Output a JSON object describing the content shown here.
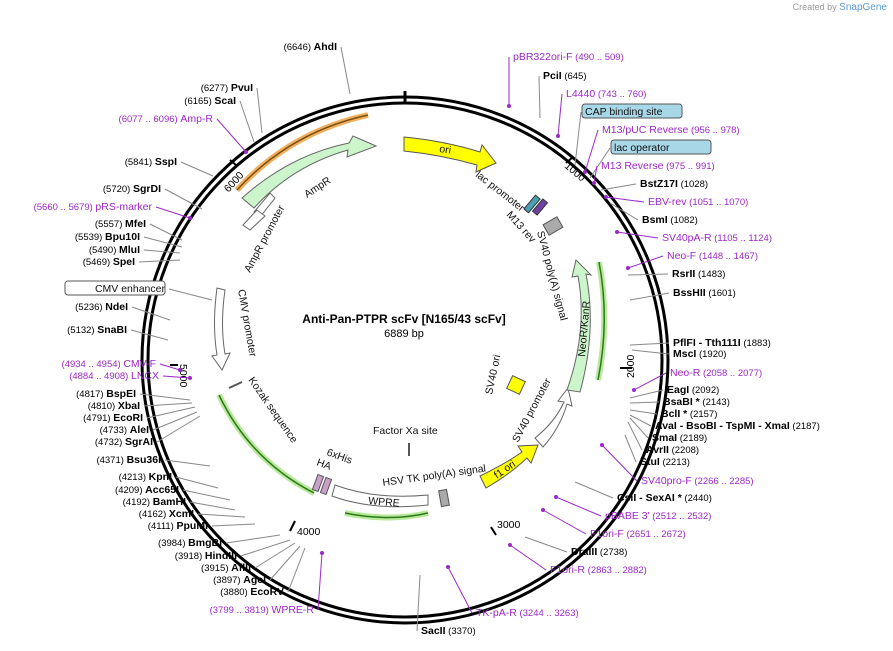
{
  "credit": {
    "prefix": "Created by",
    "brand": "SnapGene"
  },
  "title": "Anti-Pan-PTPR scFv [N165/43 scFv]",
  "subtitle": "6889 bp",
  "ticks": [
    "1000",
    "2000",
    "3000",
    "4000",
    "5000",
    "6000"
  ],
  "inner_features": {
    "ori": "ori",
    "ampr": "AmpR",
    "ampr_promoter": "AmpR promoter",
    "cmv_promoter": "CMV promoter",
    "kozak": "Kozak sequence",
    "his": "6xHis",
    "ha": "HA",
    "wpre": "WPRE",
    "factor_xa": "Factor Xa site",
    "hsv_tk": "HSV TK poly(A) signal",
    "f1_ori": "f1 ori",
    "sv40_promoter": "SV40 promoter",
    "sv40_ori": "SV40 ori",
    "neor": "NeoR/KanR",
    "sv40_polya": "SV40 poly(A) signal",
    "lac_promoter": "lac promoter",
    "m13_rev": "M13 rev"
  },
  "left_labels": [
    {
      "name": "AhdI",
      "pos": "(6646)",
      "type": "enzyme"
    },
    {
      "name": "PvuI",
      "pos": "(6277)",
      "type": "enzyme"
    },
    {
      "name": "ScaI",
      "pos": "(6165)",
      "type": "enzyme"
    },
    {
      "name": "Amp-R",
      "pos": "(6077 .. 6096)",
      "type": "primer"
    },
    {
      "name": "SspI",
      "pos": "(5841)",
      "type": "enzyme"
    },
    {
      "name": "SgrDI",
      "pos": "(5720)",
      "type": "enzyme"
    },
    {
      "name": "pRS-marker",
      "pos": "(5660 .. 5679)",
      "type": "primer"
    },
    {
      "name": "MfeI",
      "pos": "(5557)",
      "type": "enzyme"
    },
    {
      "name": "Bpu10I",
      "pos": "(5539)",
      "type": "enzyme"
    },
    {
      "name": "MluI",
      "pos": "(5490)",
      "type": "enzyme"
    },
    {
      "name": "SpeI",
      "pos": "(5469)",
      "type": "enzyme"
    },
    {
      "name": "CMV enhancer",
      "pos": "",
      "type": "feature"
    },
    {
      "name": "NdeI",
      "pos": "(5236)",
      "type": "enzyme"
    },
    {
      "name": "SnaBI",
      "pos": "(5132)",
      "type": "enzyme"
    },
    {
      "name": "CMV-F",
      "pos": "(4934 .. 4954)",
      "type": "primer"
    },
    {
      "name": "LNCX",
      "pos": "(4884 .. 4908)",
      "type": "primer"
    },
    {
      "name": "BspEI",
      "pos": "(4817)",
      "type": "enzyme"
    },
    {
      "name": "XbaI",
      "pos": "(4810)",
      "type": "enzyme"
    },
    {
      "name": "EcoRI",
      "pos": "(4791)",
      "type": "enzyme"
    },
    {
      "name": "AleI",
      "pos": "(4733)",
      "type": "enzyme"
    },
    {
      "name": "SgrAI",
      "pos": "(4732)",
      "type": "enzyme"
    },
    {
      "name": "Bsu36I",
      "pos": "(4371)",
      "type": "enzyme"
    },
    {
      "name": "KpnI",
      "pos": "(4213)",
      "type": "enzyme"
    },
    {
      "name": "Acc65I",
      "pos": "(4209)",
      "type": "enzyme"
    },
    {
      "name": "BamHI",
      "pos": "(4192)",
      "type": "enzyme"
    },
    {
      "name": "XcmI",
      "pos": "(4162)",
      "type": "enzyme"
    },
    {
      "name": "PpuMI",
      "pos": "(4111)",
      "type": "enzyme"
    },
    {
      "name": "BmgBI",
      "pos": "(3984)",
      "type": "enzyme"
    },
    {
      "name": "HindIII",
      "pos": "(3918)",
      "type": "enzyme"
    },
    {
      "name": "AflII",
      "pos": "(3915)",
      "type": "enzyme"
    },
    {
      "name": "AgeI",
      "pos": "(3897)",
      "type": "enzyme"
    },
    {
      "name": "EcoRV",
      "pos": "(3880)",
      "type": "enzyme"
    },
    {
      "name": "WPRE-R",
      "pos": "(3799 .. 3819)",
      "type": "primer"
    }
  ],
  "right_labels": [
    {
      "name": "pBR322ori-F",
      "pos": "(490 .. 509)",
      "type": "primer"
    },
    {
      "name": "PciI",
      "pos": "(645)",
      "type": "enzyme"
    },
    {
      "name": "L4440",
      "pos": "(743 .. 760)",
      "type": "primer"
    },
    {
      "name": "CAP binding site",
      "pos": "",
      "type": "feature"
    },
    {
      "name": "M13/pUC Reverse",
      "pos": "(956 .. 978)",
      "type": "primer"
    },
    {
      "name": "lac operator",
      "pos": "",
      "type": "feature"
    },
    {
      "name": "M13 Reverse",
      "pos": "(975 .. 991)",
      "type": "primer"
    },
    {
      "name": "BstZ17I",
      "pos": "(1028)",
      "type": "enzyme"
    },
    {
      "name": "EBV-rev",
      "pos": "(1051 .. 1070)",
      "type": "primer"
    },
    {
      "name": "BsmI",
      "pos": "(1082)",
      "type": "enzyme"
    },
    {
      "name": "SV40pA-R",
      "pos": "(1105 .. 1124)",
      "type": "primer"
    },
    {
      "name": "Neo-F",
      "pos": "(1448 .. 1467)",
      "type": "primer"
    },
    {
      "name": "RsrII",
      "pos": "(1483)",
      "type": "enzyme"
    },
    {
      "name": "BssHII",
      "pos": "(1601)",
      "type": "enzyme"
    },
    {
      "name": "PflFI - Tth111I",
      "pos": "(1883)",
      "type": "enzyme"
    },
    {
      "name": "MscI",
      "pos": "(1920)",
      "type": "enzyme"
    },
    {
      "name": "Neo-R",
      "pos": "(2058 .. 2077)",
      "type": "primer"
    },
    {
      "name": "EagI",
      "pos": "(2092)",
      "type": "enzyme"
    },
    {
      "name": "BsaBI *",
      "pos": "(2143)",
      "type": "enzyme"
    },
    {
      "name": "BclI *",
      "pos": "(2157)",
      "type": "enzyme"
    },
    {
      "name": "AvaI - BsoBI - TspMI - XmaI",
      "pos": "(2187)",
      "type": "enzyme"
    },
    {
      "name": "SmaI",
      "pos": "(2189)",
      "type": "enzyme"
    },
    {
      "name": "AvrII",
      "pos": "(2208)",
      "type": "enzyme"
    },
    {
      "name": "StuI",
      "pos": "(2213)",
      "type": "enzyme"
    },
    {
      "name": "SV40pro-F",
      "pos": "(2266 .. 2285)",
      "type": "primer"
    },
    {
      "name": "CsiI - SexAI *",
      "pos": "(2440)",
      "type": "enzyme"
    },
    {
      "name": "pBABE 3'",
      "pos": "(2512 .. 2532)",
      "type": "primer"
    },
    {
      "name": "F1ori-F",
      "pos": "(2651 .. 2672)",
      "type": "primer"
    },
    {
      "name": "DraIII",
      "pos": "(2738)",
      "type": "enzyme"
    },
    {
      "name": "F1ori-R",
      "pos": "(2863 .. 2882)",
      "type": "primer"
    },
    {
      "name": "TK-pA-R",
      "pos": "(3244 .. 3263)",
      "type": "primer"
    },
    {
      "name": "SacII",
      "pos": "(3370)",
      "type": "enzyme"
    }
  ],
  "colors": {
    "primer": "#9b28c9",
    "ring": "#000000",
    "ori": "#ffff00",
    "ampr": "#ccf5cc",
    "feature_box": "#a8d8e8"
  }
}
